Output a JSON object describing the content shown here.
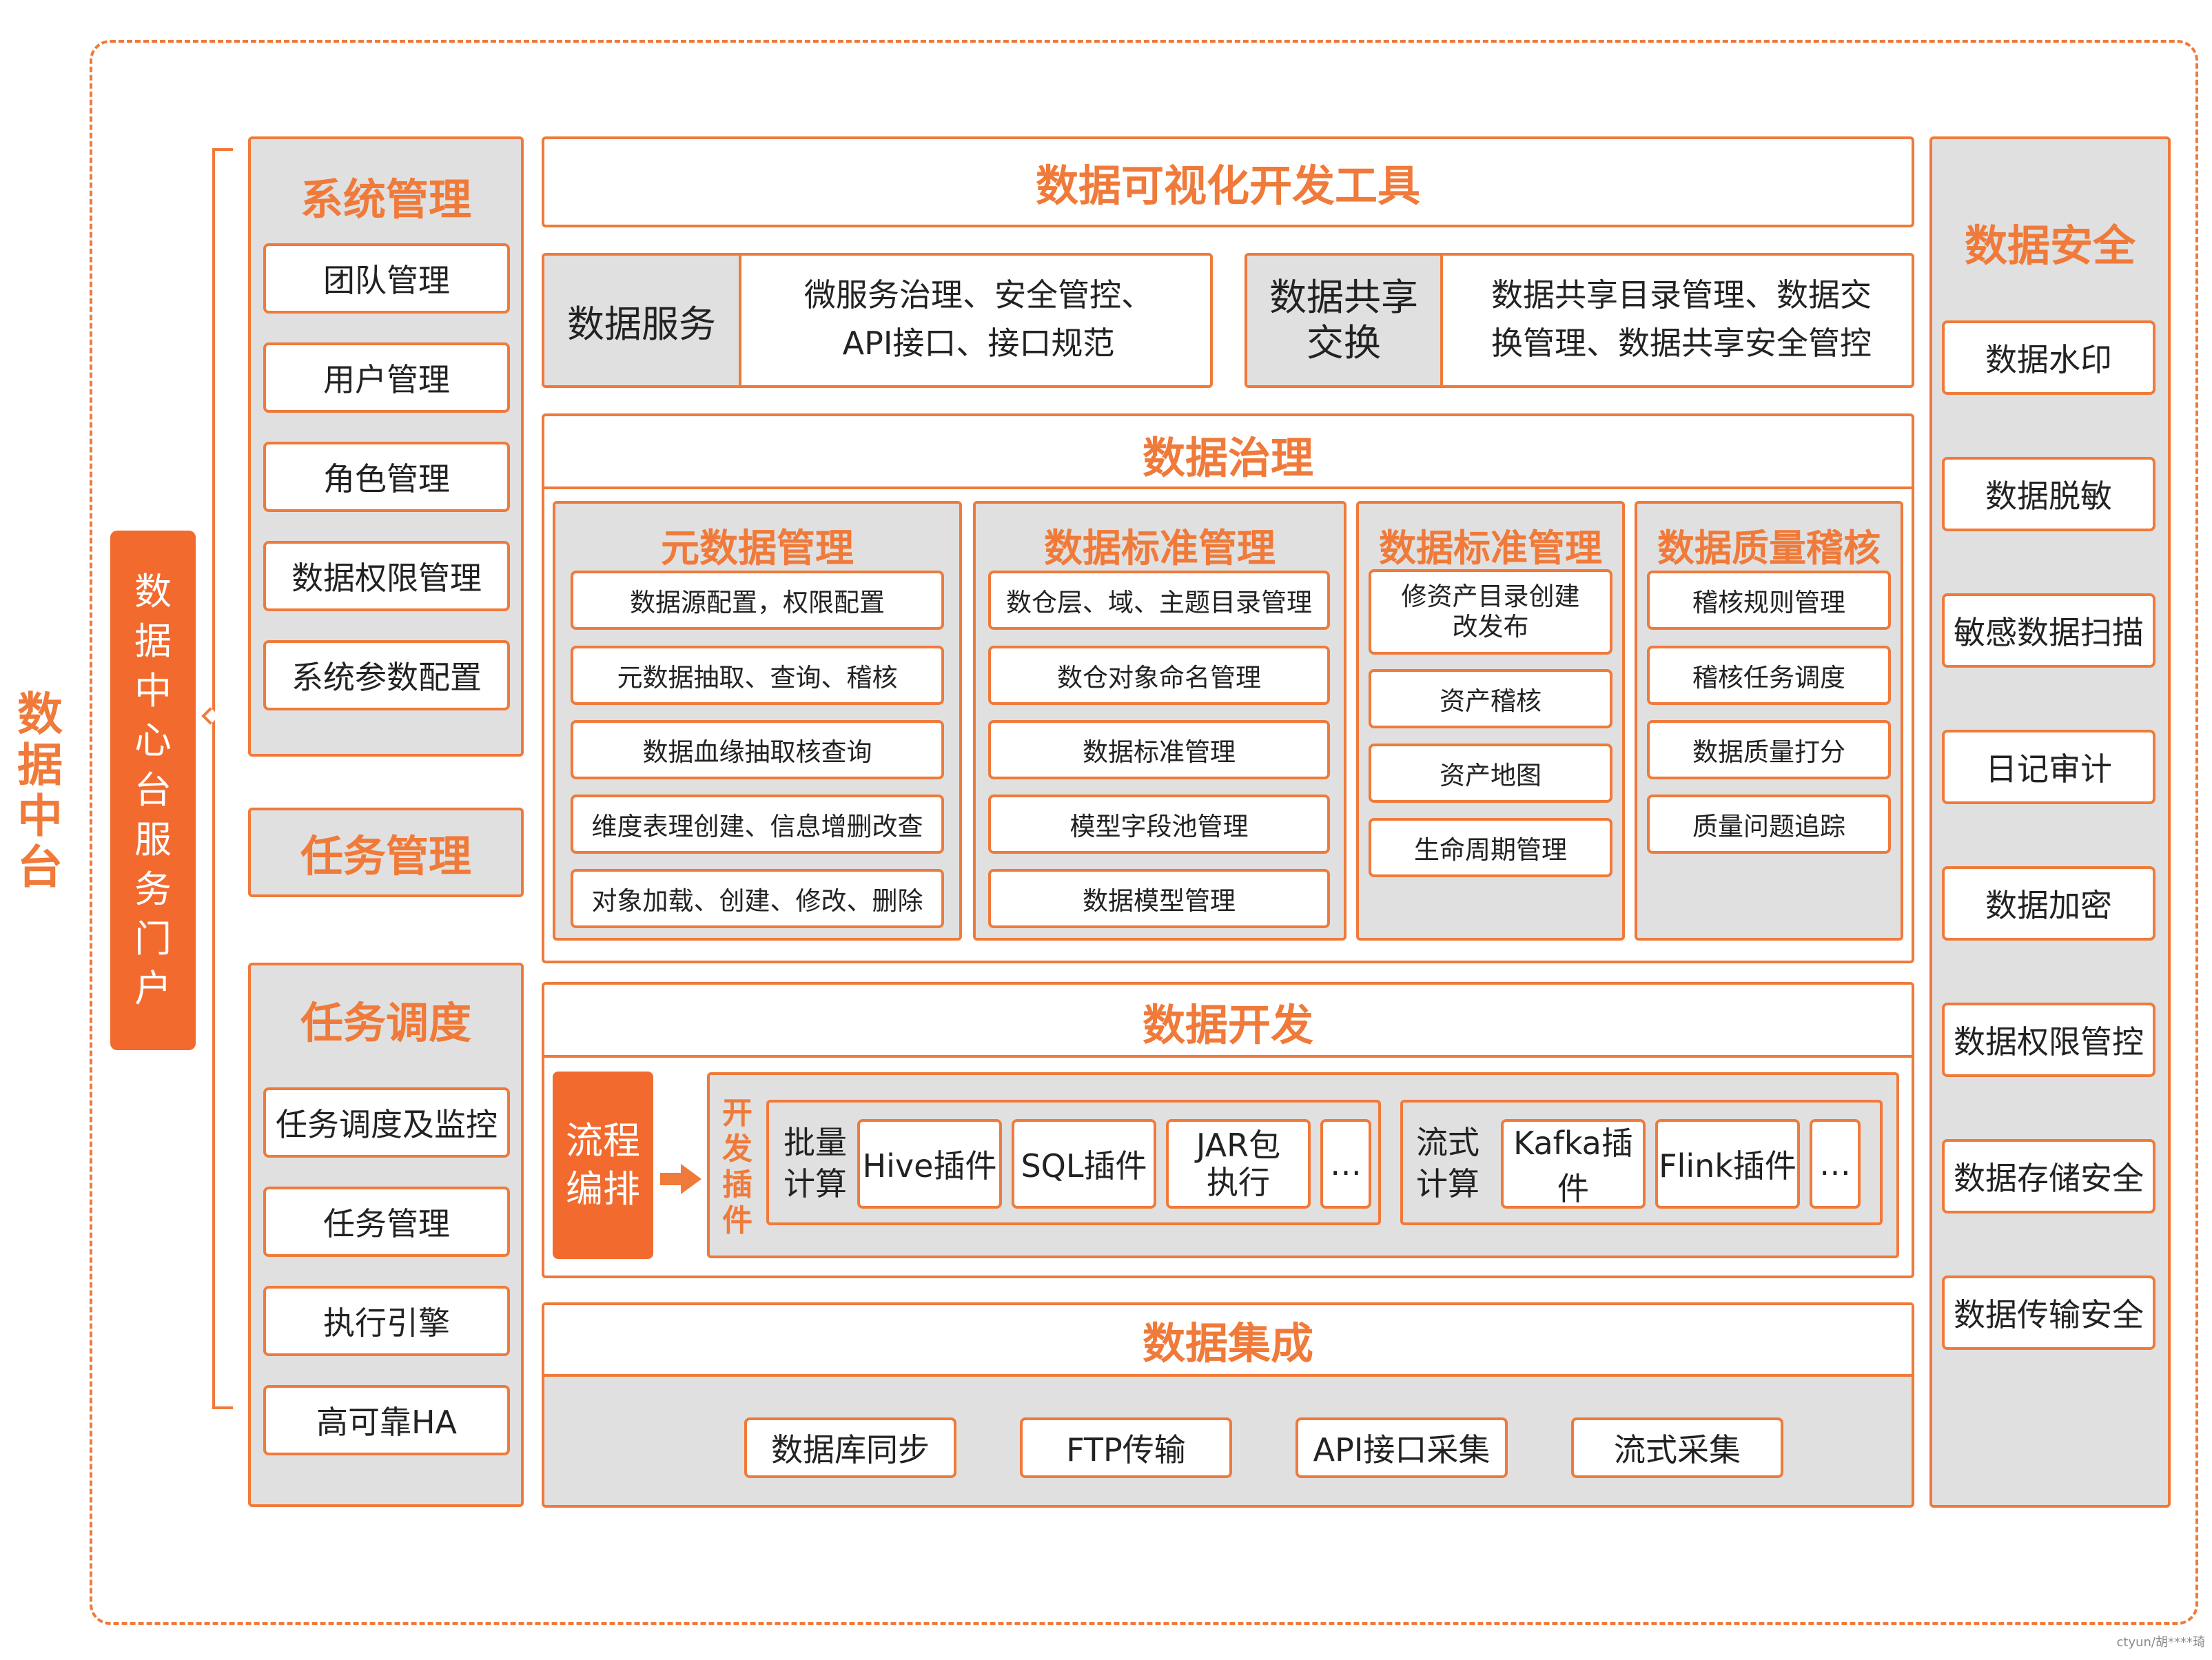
{
  "title_vertical": "数据中台",
  "portal_label": "数据中心台服务门户",
  "system_mgmt": {
    "title": "系统管理",
    "items": [
      "团队管理",
      "用户管理",
      "角色管理",
      "数据权限管理",
      "系统参数配置"
    ]
  },
  "task_mgmt": {
    "title": "任务管理"
  },
  "task_sched": {
    "title": "任务调度",
    "items": [
      "任务调度及监控",
      "任务管理",
      "执行引擎",
      "高可靠HA"
    ]
  },
  "vis_tool": {
    "title": "数据可视化开发工具"
  },
  "data_service": {
    "label": "数据服务",
    "desc": [
      "微服务治理、安全管控、",
      "API接口、接口规范"
    ]
  },
  "data_share": {
    "label": [
      "数据共享",
      "交换"
    ],
    "desc": [
      "数据共享目录管理、数据交",
      "换管理、数据共享安全管控"
    ]
  },
  "governance": {
    "title": "数据治理",
    "columns": [
      {
        "title": "元数据管理",
        "items": [
          "数据源配置，权限配置",
          "元数据抽取、查询、稽核",
          "数据血缘抽取核查询",
          "维度表理创建、信息增删改查",
          "对象加载、创建、修改、删除"
        ]
      },
      {
        "title": "数据标准管理",
        "items": [
          "数仓层、域、主题目录管理",
          "数仓对象命名管理",
          "数据标准管理",
          "模型字段池管理",
          "数据模型管理"
        ]
      },
      {
        "title": "数据标准管理",
        "items": [
          "修资产目录创建\n改发布",
          "资产稽核",
          "资产地图",
          "生命周期管理"
        ]
      },
      {
        "title": "数据质量稽核",
        "items": [
          "稽核规则管理",
          "稽核任务调度",
          "数据质量打分",
          "质量问题追踪"
        ]
      }
    ]
  },
  "development": {
    "title": "数据开发",
    "flow_label": "流程\n编排",
    "plugin_label": "开发插件",
    "batch": {
      "label": "批量\n计算",
      "plugins": [
        "Hive插件",
        "SQL插件",
        "JAR包\n执行",
        "…"
      ]
    },
    "stream": {
      "label": "流式\n计算",
      "plugins": [
        "Kafka插件",
        "Flink插件",
        "…"
      ]
    }
  },
  "integration": {
    "title": "数据集成",
    "items": [
      "数据库同步",
      "FTP传输",
      "API接口采集",
      "流式采集"
    ]
  },
  "security": {
    "title": "数据安全",
    "items": [
      "数据水印",
      "数据脱敏",
      "敏感数据扫描",
      "日记审计",
      "数据加密",
      "数据权限管控",
      "数据存储安全",
      "数据传输安全"
    ]
  },
  "watermark": "ctyun/胡****琦",
  "colors": {
    "accent": "#f07a3a",
    "accent_fill": "#f26a2e",
    "panel_gray": "#e0e0e0"
  }
}
